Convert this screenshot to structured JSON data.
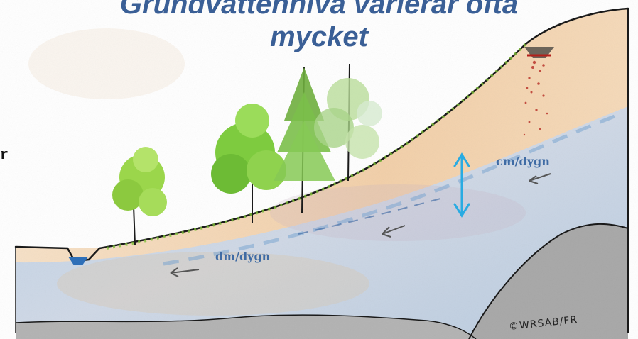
{
  "title": {
    "line1": "Grundvattennivå varierar ofta",
    "line2": "mycket"
  },
  "annotations": {
    "fast_flow": "cm/dygn",
    "slow_flow": "dm/dygn"
  },
  "edge_text": "r",
  "copyright": "©WRSAB/FR",
  "colors": {
    "title": "#3a5f96",
    "label": "#3f6ba4",
    "arrow": "#29abe2",
    "groundwater": "#a8c4e0",
    "soil": "#f0c9a0",
    "bedrock": "#9a9a9a",
    "foliage": "#8fcf4a",
    "dark_foliage": "#5aa040",
    "contaminant": "#b3201a"
  }
}
